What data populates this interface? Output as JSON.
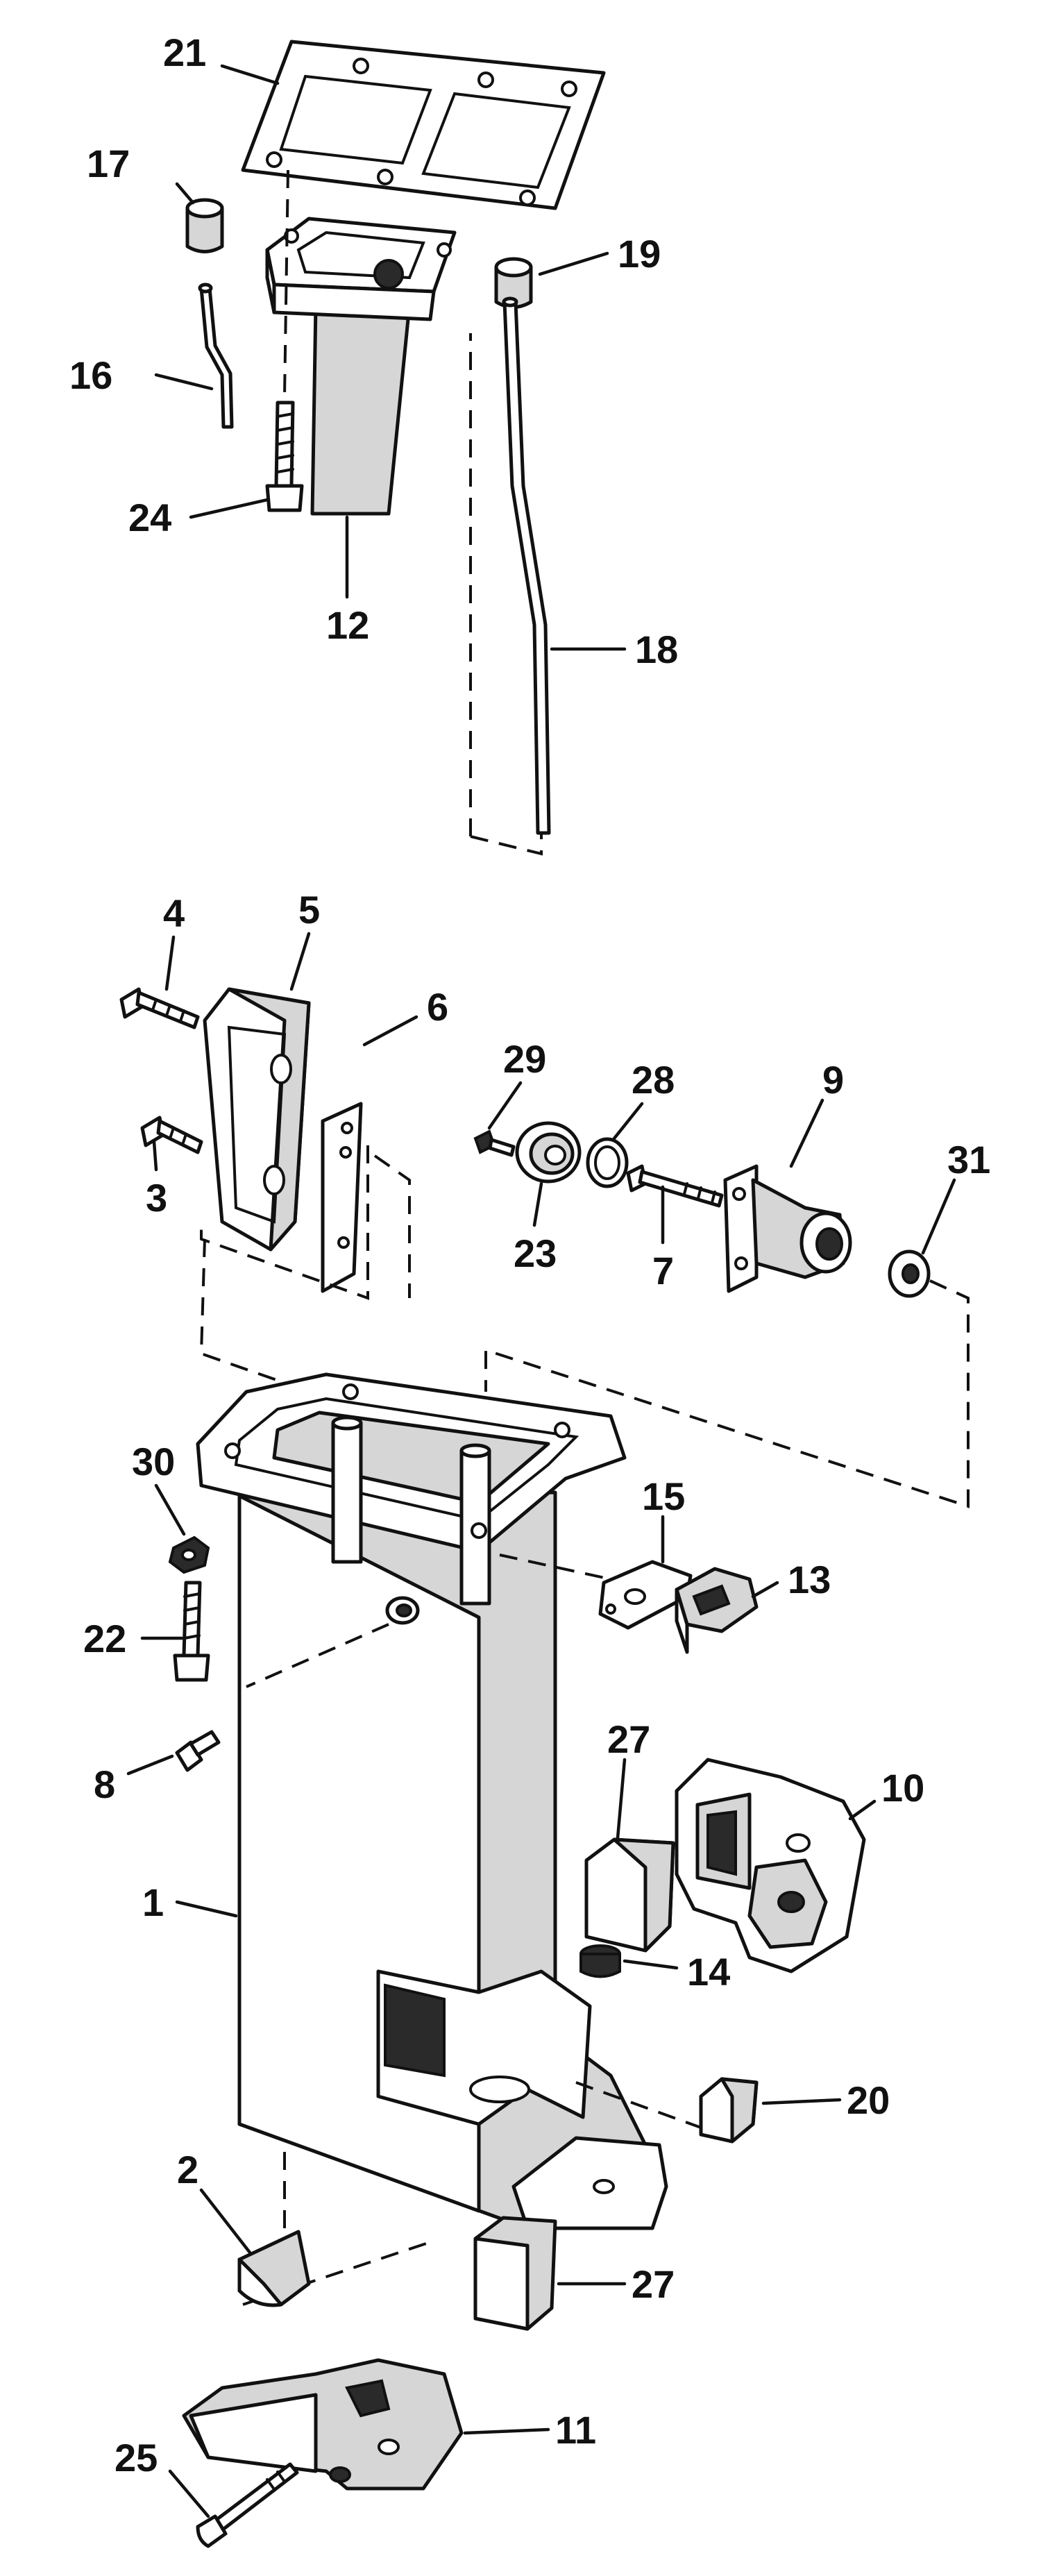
{
  "colors": {
    "ink": "#111111",
    "paper": "#ffffff",
    "shade": "#d6d6d6"
  },
  "callouts": [
    {
      "id": "c21",
      "label": "21"
    },
    {
      "id": "c17",
      "label": "17"
    },
    {
      "id": "c19",
      "label": "19"
    },
    {
      "id": "c16",
      "label": "16"
    },
    {
      "id": "c24",
      "label": "24"
    },
    {
      "id": "c12",
      "label": "12"
    },
    {
      "id": "c18",
      "label": "18"
    },
    {
      "id": "c4",
      "label": "4"
    },
    {
      "id": "c5",
      "label": "5"
    },
    {
      "id": "c6",
      "label": "6"
    },
    {
      "id": "c29",
      "label": "29"
    },
    {
      "id": "c28",
      "label": "28"
    },
    {
      "id": "c9",
      "label": "9"
    },
    {
      "id": "c31",
      "label": "31"
    },
    {
      "id": "c3",
      "label": "3"
    },
    {
      "id": "c23",
      "label": "23"
    },
    {
      "id": "c7",
      "label": "7"
    },
    {
      "id": "c30",
      "label": "30"
    },
    {
      "id": "c15",
      "label": "15"
    },
    {
      "id": "c13",
      "label": "13"
    },
    {
      "id": "c22",
      "label": "22"
    },
    {
      "id": "c8",
      "label": "8"
    },
    {
      "id": "c27a",
      "label": "27"
    },
    {
      "id": "c10",
      "label": "10"
    },
    {
      "id": "c1",
      "label": "1"
    },
    {
      "id": "c14",
      "label": "14"
    },
    {
      "id": "c20",
      "label": "20"
    },
    {
      "id": "c2",
      "label": "2"
    },
    {
      "id": "c27b",
      "label": "27"
    },
    {
      "id": "c11",
      "label": "11"
    },
    {
      "id": "c25",
      "label": "25"
    }
  ]
}
